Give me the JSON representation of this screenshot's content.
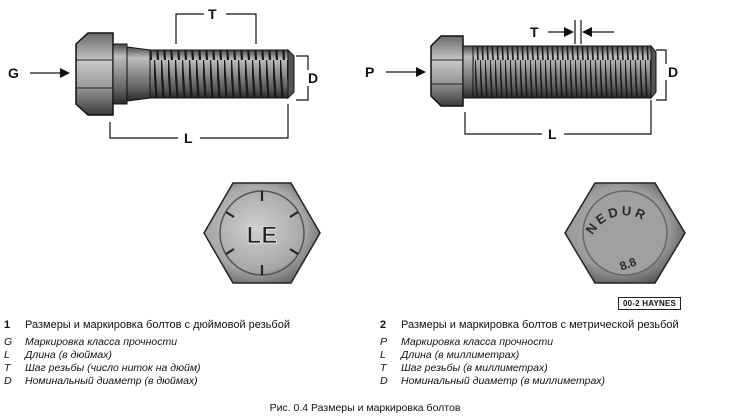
{
  "figure": {
    "caption": "Рис. 0.4 Размеры и маркировка болтов",
    "badge": "00-2 HAYNES"
  },
  "labels": {
    "g": "G",
    "t_left": "T",
    "d_left": "D",
    "l_left": "L",
    "p": "P",
    "t_right": "T",
    "d_right": "D",
    "l_right": "L"
  },
  "head_markings": {
    "left": "LE",
    "right_top": "NEDUR",
    "right_bottom": "8.8"
  },
  "legend_left": {
    "number": "1",
    "title": "Размеры и маркировка болтов с дюймовой резьбой",
    "items": [
      {
        "key": "G",
        "text": "Маркировка класса прочности"
      },
      {
        "key": "L",
        "text": "Длина (в дюймах)"
      },
      {
        "key": "T",
        "text": "Шаг резьбы (число ниток на дюйм)"
      },
      {
        "key": "D",
        "text": "Номинальный диаметр (в дюймах)"
      }
    ]
  },
  "legend_right": {
    "number": "2",
    "title": "Размеры и маркировка болтов с метрической резьбой",
    "items": [
      {
        "key": "P",
        "text": "Маркировка класса прочности"
      },
      {
        "key": "L",
        "text": "Длина (в миллиметрах)"
      },
      {
        "key": "T",
        "text": "Шаг резьбы (в миллиметрах)"
      },
      {
        "key": "D",
        "text": "Номинальный диаметр (в миллиметрах)"
      }
    ]
  }
}
